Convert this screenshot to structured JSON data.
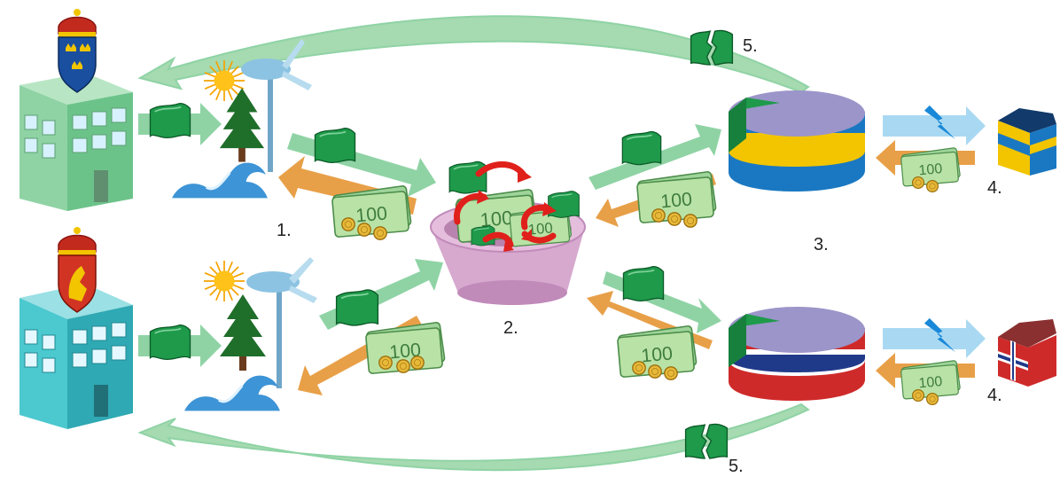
{
  "labels": {
    "step1": "1.",
    "step2": "2.",
    "step3": "3.",
    "step4_top": "4.",
    "step4_bottom": "4.",
    "step5_top": "5.",
    "step5_bottom": "5."
  },
  "banknote_text": "100",
  "colors": {
    "green_arrow": "#8fd3a5",
    "orange_arrow": "#e8a048",
    "blue_arrow": "#a9d9f2",
    "certificate_green": "#1e9a4a",
    "banknote": "#b9e2a6",
    "coin": "#e7b93a",
    "swirl_red": "#e0201b",
    "basin_pink": "#d7a9cf",
    "pie_purple": "#9b95c9",
    "sweden_blue": "#1a78c2",
    "sweden_yellow": "#f2c500",
    "norway_red": "#cf2a2a",
    "norway_blue": "#203a8a",
    "building_green": "#8fd3a5",
    "building_teal": "#3dbcc4"
  },
  "icons": [
    "sweden-coat-of-arms-icon",
    "norway-coat-of-arms-icon",
    "office-building-icon",
    "sun-icon",
    "pine-tree-icon",
    "wind-turbine-icon",
    "water-wave-icon",
    "green-certificate-icon",
    "banknote-bundle-icon",
    "coin-icon",
    "certificate-market-basin-icon",
    "pie-chart-icon",
    "lightning-bolt-icon",
    "house-icon",
    "torn-certificate-icon"
  ]
}
